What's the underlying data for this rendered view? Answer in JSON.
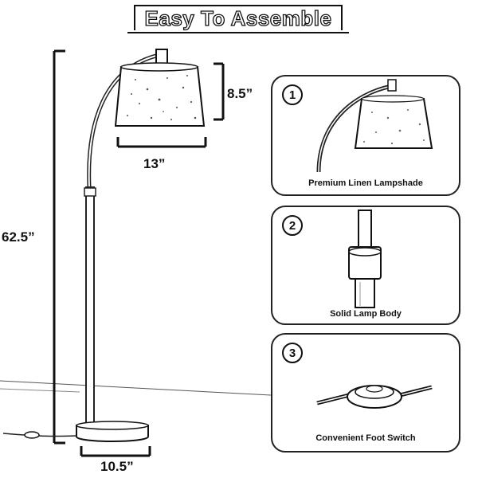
{
  "title": "Easy To Assemble",
  "dimensions": {
    "height": "62.5”",
    "shade_height": "8.5”",
    "shade_width": "13”",
    "base_width": "10.5”"
  },
  "features": [
    {
      "number": "1",
      "caption": "Premium Linen Lampshade",
      "icon": "lampshade-icon"
    },
    {
      "number": "2",
      "caption": "Solid Lamp Body",
      "icon": "lamp-body-icon"
    },
    {
      "number": "3",
      "caption": "Convenient Foot Switch",
      "icon": "foot-switch-icon"
    }
  ],
  "colors": {
    "line": "#111111",
    "background": "#ffffff"
  }
}
